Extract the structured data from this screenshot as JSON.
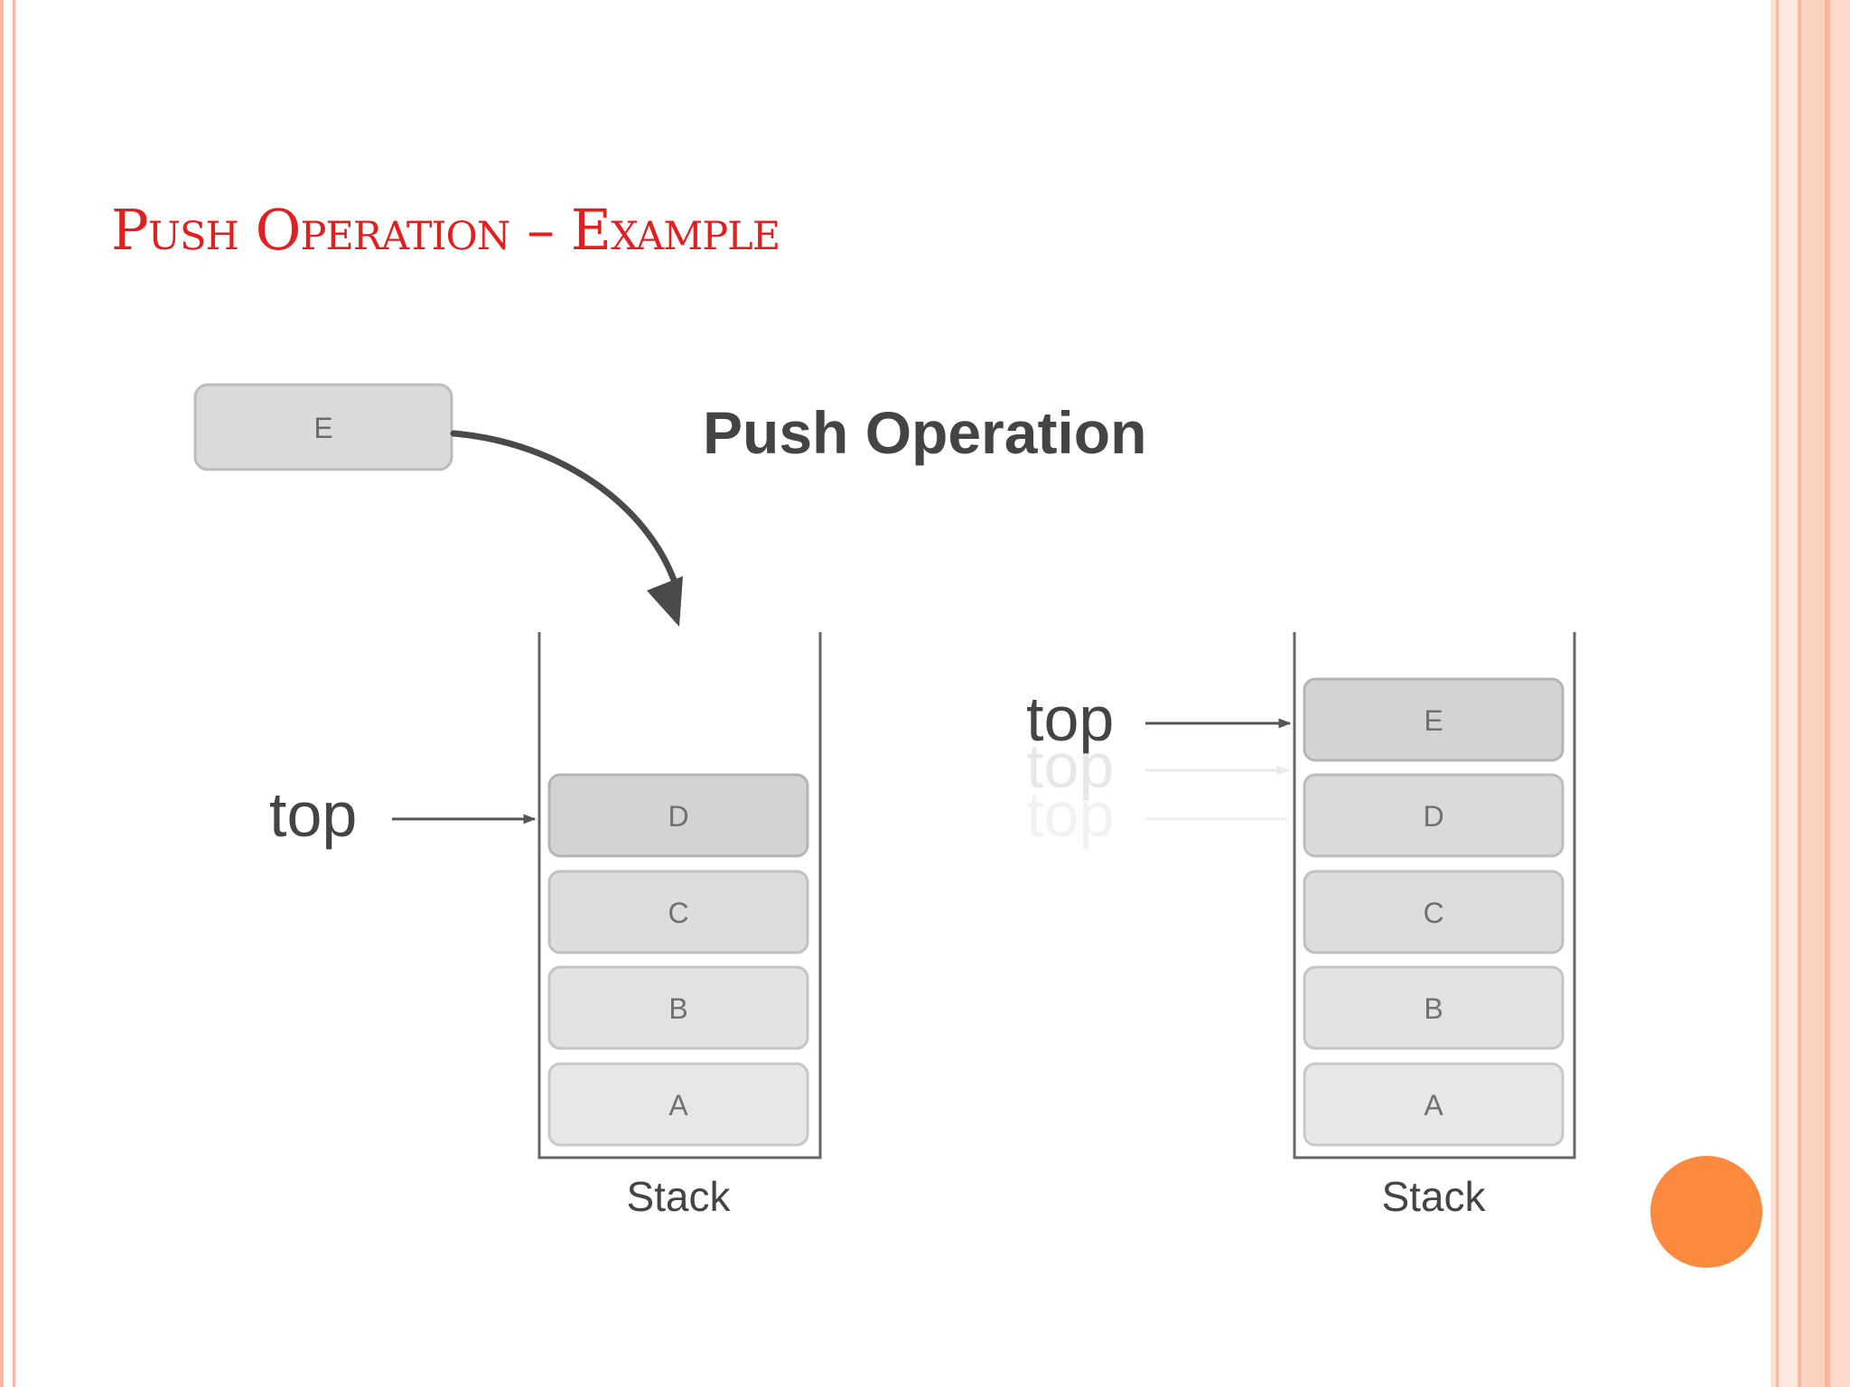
{
  "slide": {
    "title": "Push Operation – Example"
  },
  "diagram": {
    "heading": "Push Operation",
    "incoming_element": "E",
    "pointer_label": "top",
    "before": {
      "caption": "Stack",
      "items": [
        "D",
        "C",
        "B",
        "A"
      ]
    },
    "after": {
      "caption": "Stack",
      "items": [
        "E",
        "D",
        "C",
        "B",
        "A"
      ]
    }
  },
  "colors": {
    "title": "#e01f1f",
    "accent_circle": "#fb8a3f",
    "frame": "#f6b8a0",
    "box_fill": "#dcdcdc",
    "box_stroke": "#b4b4b4",
    "box_text": "#707070",
    "line": "#555555"
  }
}
